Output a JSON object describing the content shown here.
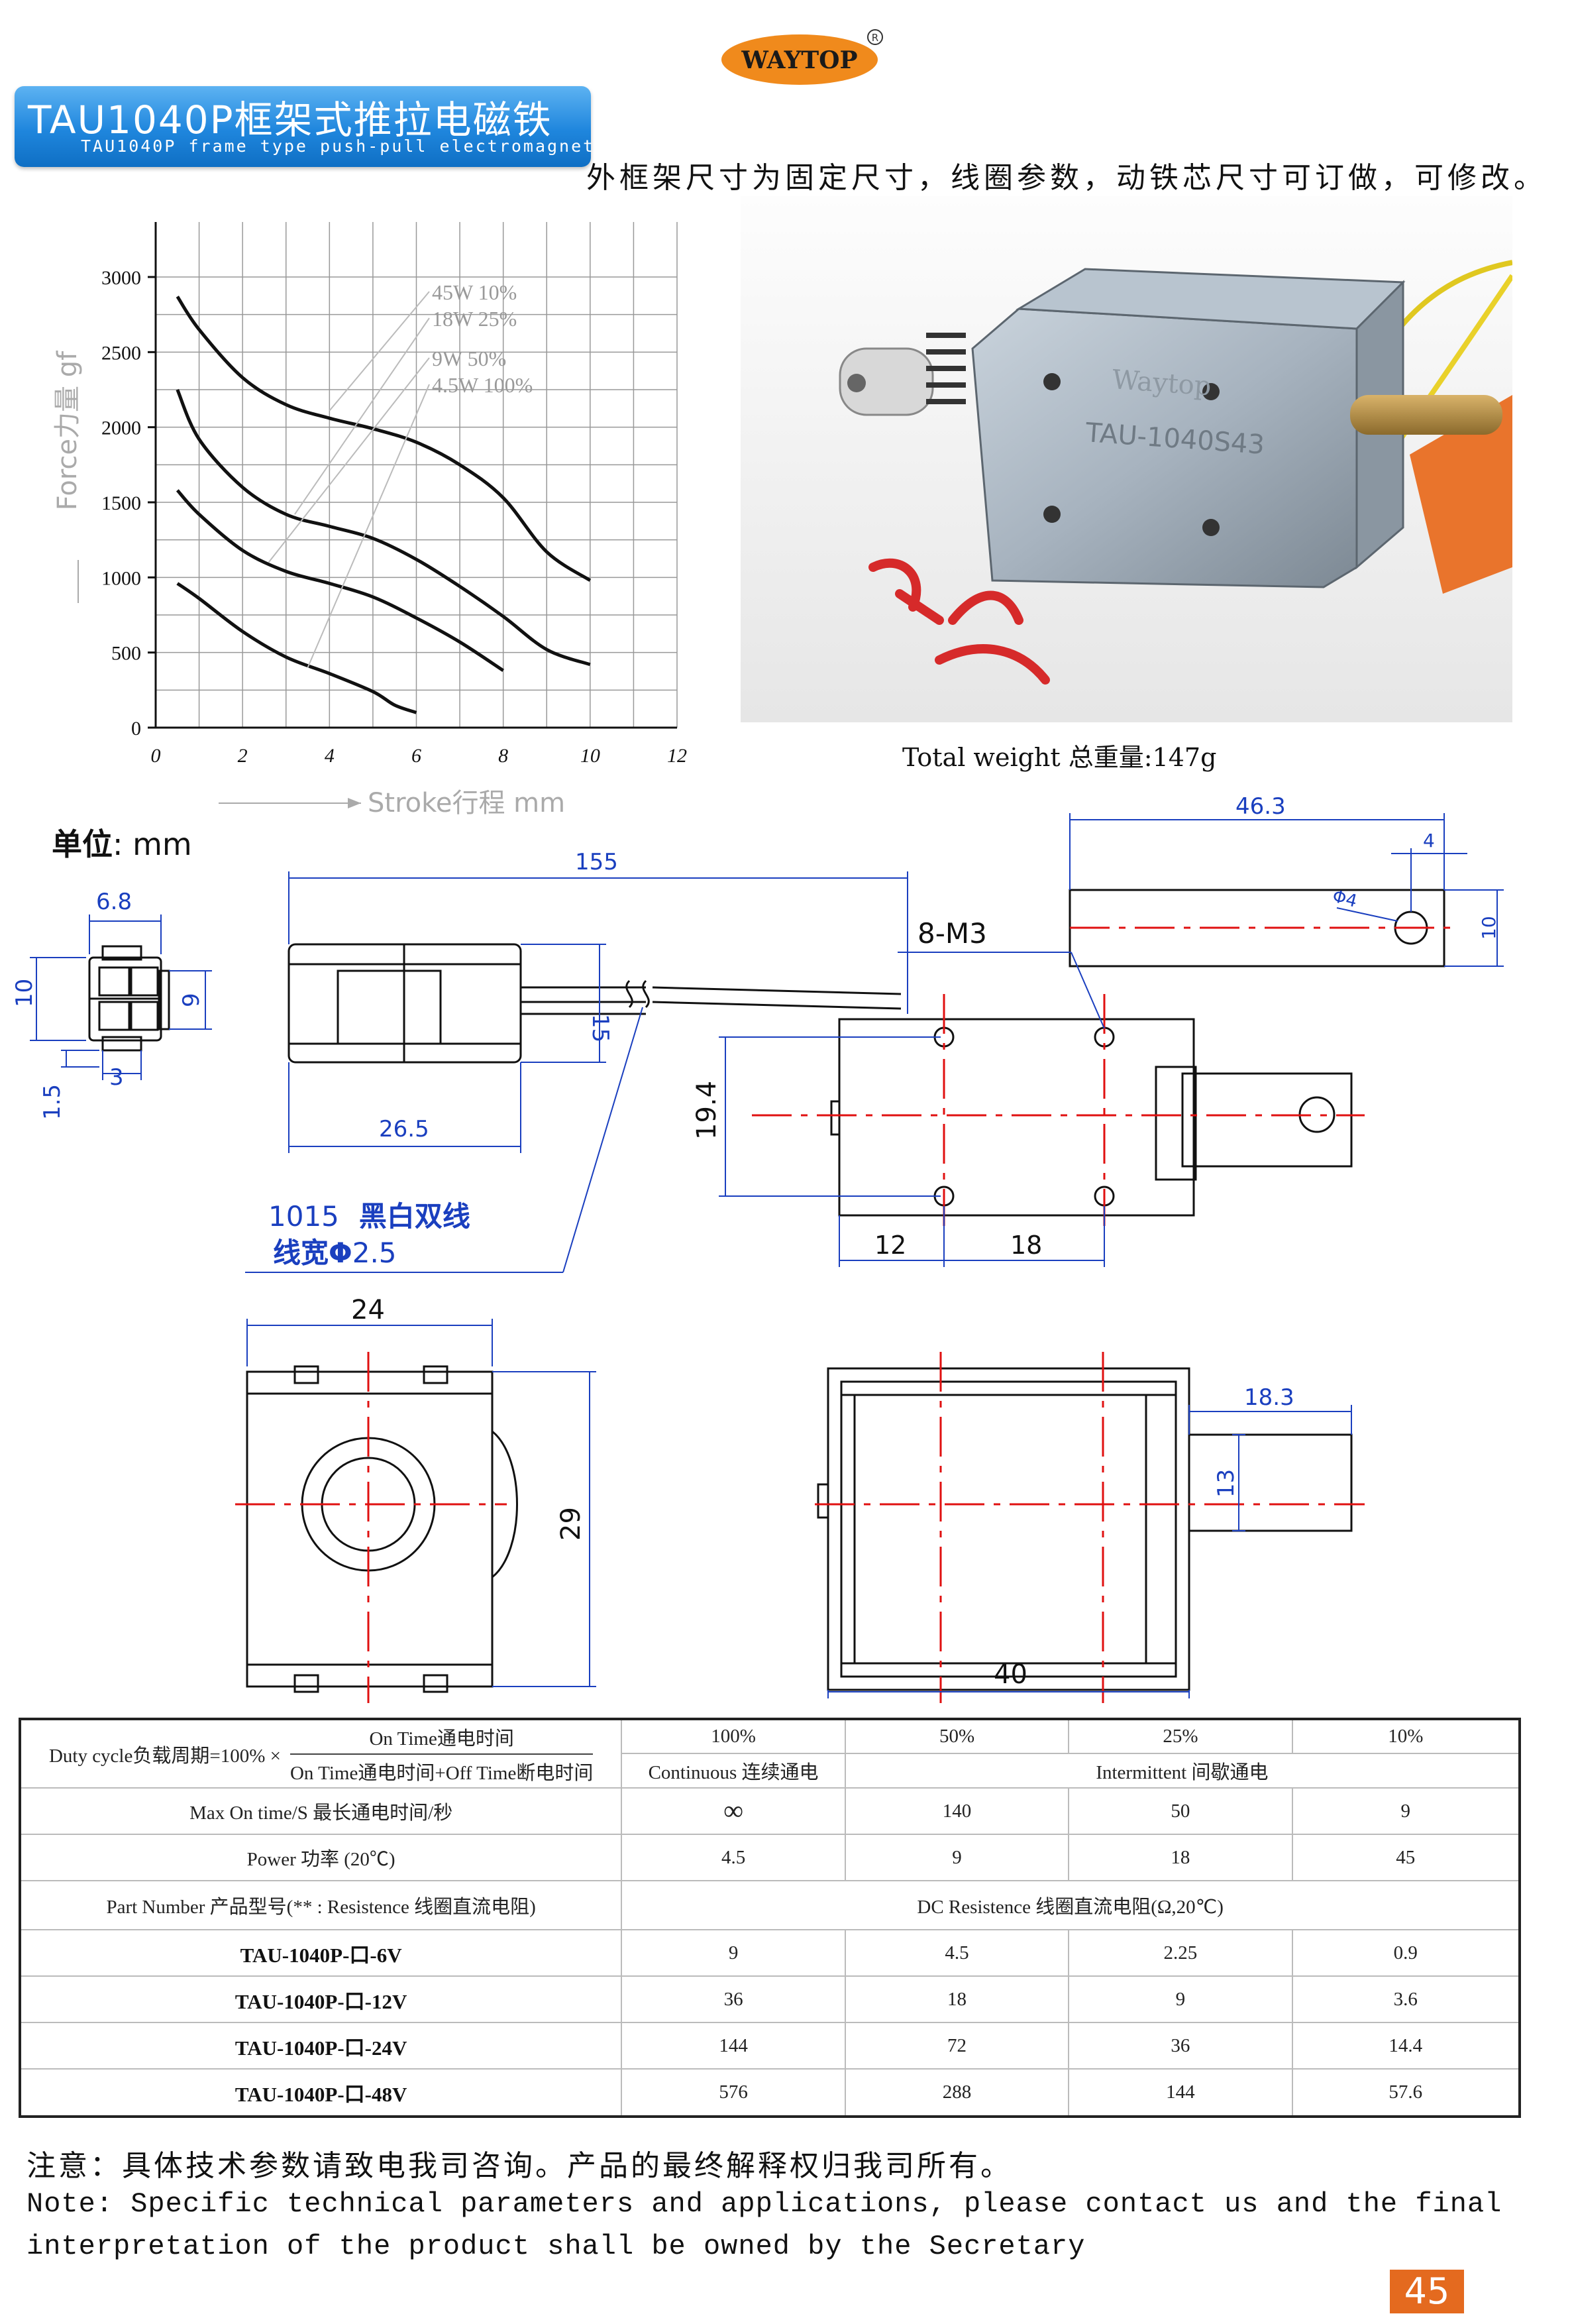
{
  "brand": {
    "logo_text": "WAYTOP",
    "registered_mark": "R"
  },
  "header": {
    "title_main": "TAU1040P框架式推拉电磁铁",
    "title_sub": "TAU1040P frame type push-pull electromagnet"
  },
  "intro_text": "外框架尺寸为固定尺寸，线圈参数，动铁芯尺寸可订做，可修改。",
  "chart_data": {
    "type": "line",
    "xlabel": "Stroke行程  mm",
    "ylabel": "Force力量  gf",
    "xlim": [
      0,
      12
    ],
    "ylim": [
      0,
      3000
    ],
    "x_ticks": [
      "0",
      "2",
      "4",
      "6",
      "8",
      "10",
      "12"
    ],
    "y_ticks": [
      "0",
      "500",
      "1000",
      "1500",
      "2000",
      "2500",
      "3000"
    ],
    "grid": true,
    "series": [
      {
        "name": "45W  10%",
        "x": [
          0.5,
          1,
          2,
          3,
          4,
          5,
          6,
          7,
          8,
          9,
          10
        ],
        "y": [
          2870,
          2650,
          2330,
          2150,
          2060,
          1990,
          1900,
          1750,
          1530,
          1170,
          980
        ]
      },
      {
        "name": "18W  25%",
        "x": [
          0.5,
          1,
          2,
          3,
          4,
          5,
          6,
          7,
          8,
          9,
          10
        ],
        "y": [
          2250,
          1920,
          1600,
          1420,
          1340,
          1260,
          1120,
          940,
          740,
          520,
          420
        ]
      },
      {
        "name": "9W  50%",
        "x": [
          0.5,
          1,
          2,
          3,
          4,
          5,
          6,
          7,
          8
        ],
        "y": [
          1580,
          1420,
          1180,
          1040,
          960,
          870,
          730,
          570,
          380
        ]
      },
      {
        "name": "4.5W  100%",
        "x": [
          0.5,
          1,
          2,
          3,
          4,
          5,
          5.5,
          6
        ],
        "y": [
          960,
          860,
          640,
          470,
          360,
          240,
          150,
          100
        ]
      }
    ]
  },
  "photo": {
    "stamp_text": "Waytop",
    "model_text": "TAU-1040S43"
  },
  "weight": {
    "label": "Total weight 总重量:",
    "value": "147g"
  },
  "unit": {
    "label": "单位",
    "value": ": mm"
  },
  "drawing": {
    "conn_w": "6.8",
    "conn_h": "10",
    "conn_inner": "9",
    "conn_pin": "3",
    "conn_off": "1.5",
    "lead_len": "155",
    "lead_w": "15",
    "housing_len": "26.5",
    "wire_line1_a": "1015",
    "wire_line1_b": "黑白双线",
    "wire_line2_a": "线宽Φ",
    "wire_line2_b": "2.5",
    "holes": "8-M3",
    "hole_pitch_v": "19.4",
    "hole_off": "12",
    "hole_pitch_h": "18",
    "plunger_len": "46.3",
    "plunger_hole_off": "4",
    "plunger_hole_d": "Φ4",
    "plunger_w": "10",
    "front_w": "24",
    "front_h": "29",
    "side_ext": "18.3",
    "side_plunger": "13",
    "side_len": "40"
  },
  "table": {
    "duty_label": "Duty cycle负载周期=100% ×",
    "frac_top": "On Time通电时间",
    "frac_bottom": "On Time通电时间+Off Time断电时间",
    "duty": [
      "100%",
      "50%",
      "25%",
      "10%"
    ],
    "continuous": "Continuous 连续通电",
    "intermittent": "Intermittent 间歇通电",
    "max_on_label": "Max On time/S 最长通电时间/秒",
    "max_on": [
      "∞",
      "140",
      "50",
      "9"
    ],
    "power_label": "Power 功率 (20℃)",
    "power": [
      "4.5",
      "9",
      "18",
      "45"
    ],
    "part_label": "Part Number 产品型号(** : Resistence 线圈直流电阻)",
    "dc_label": "DC Resistence 线圈直流电阻(Ω,20℃)",
    "rows": [
      {
        "pn": "TAU-1040P-口-6V",
        "v": [
          "9",
          "4.5",
          "2.25",
          "0.9"
        ]
      },
      {
        "pn": "TAU-1040P-口-12V",
        "v": [
          "36",
          "18",
          "9",
          "3.6"
        ]
      },
      {
        "pn": "TAU-1040P-口-24V",
        "v": [
          "144",
          "72",
          "36",
          "14.4"
        ]
      },
      {
        "pn": "TAU-1040P-口-48V",
        "v": [
          "576",
          "288",
          "144",
          "57.6"
        ]
      }
    ]
  },
  "notes": {
    "cn": "注意：具体技术参数请致电我司咨询。产品的最终解释权归我司所有。",
    "en1": "Note: Specific technical parameters and applications, please contact us and the final",
    "en2": "interpretation of the product shall be owned by the Secretary"
  },
  "page_number": "45",
  "colors": {
    "title_blue": "#1f86dd",
    "logo_orange": "#f08a1c",
    "dim_blue": "#1a3fbf",
    "center_red": "#e01010",
    "page_orange": "#e46a1f"
  }
}
